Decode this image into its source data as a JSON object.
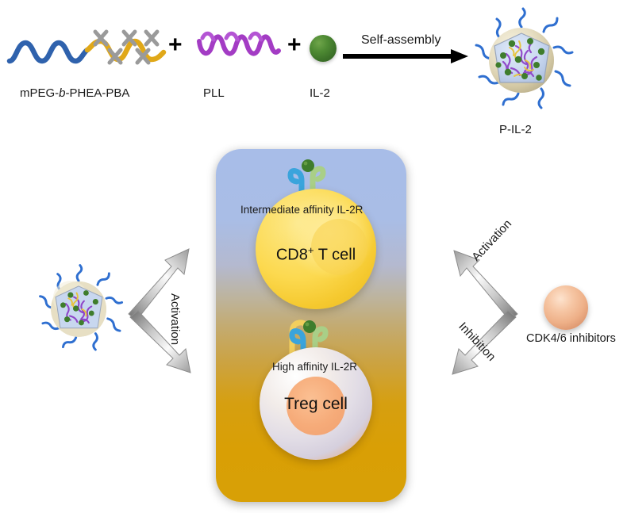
{
  "figure": {
    "title": "P-IL-2 nanoparticle self-assembly and T cell activation schematic",
    "background_color": "#ffffff"
  },
  "assembly_row": {
    "components": [
      {
        "id": "polymer",
        "label": "mPEG-",
        "label_italic": "b",
        "label_tail": "-PHEA-PBA",
        "icon": "polymer-chain-icon",
        "colors": {
          "peg": "#2f62ad",
          "phea": "#e0a819",
          "pba": "#9a9a9a"
        }
      },
      {
        "id": "pll",
        "label": "PLL",
        "icon": "helix-icon",
        "colors": {
          "chain": "#a33cc4"
        }
      },
      {
        "id": "il2",
        "label": "IL-2",
        "icon": "sphere-icon",
        "colors": {
          "sphere": "#4e8a33"
        }
      }
    ],
    "operators": [
      "+",
      "+"
    ],
    "arrow_label": "Self-assembly",
    "product": {
      "label": "P-IL-2",
      "icon": "nanoparticle-icon",
      "colors": {
        "shell": "#e4dcc0",
        "core": "#c5d4ec",
        "peg_arms": "#2f6fd0",
        "cargo_green": "#3f7d2c",
        "cargo_purple": "#8e44c8",
        "cargo_yellow": "#e8c43a"
      }
    }
  },
  "center_panel": {
    "gradient_top": "#a8bde8",
    "gradient_mid": "#c3ab72",
    "gradient_bottom": "#d8a006",
    "cells": [
      {
        "id": "cd8",
        "name_main": "CD8",
        "name_sup": "+",
        "name_tail": " T cell",
        "receptor_label": "Intermediate affinity IL-2R",
        "receptor_icon": "il2r-intermediate-icon",
        "receptor_subunits": [
          "#3aa4dc",
          "#a9cf87"
        ],
        "ligand_color": "#3f7d2c",
        "cell_color": "#fcd94f"
      },
      {
        "id": "treg",
        "name_main": "Treg cell",
        "name_sup": "",
        "name_tail": "",
        "receptor_label": "High affinity IL-2R",
        "receptor_icon": "il2r-high-icon",
        "receptor_subunits": [
          "#f2cf5e",
          "#3aa4dc",
          "#a9cf87"
        ],
        "ligand_color": "#3f7d2c",
        "cell_color": "#f2ece9"
      }
    ]
  },
  "left_group": {
    "particle_label": "",
    "particle_icon": "nanoparticle-icon",
    "arrow_label": "Activation",
    "arrow_icon": "double-arrow-chevron-icon"
  },
  "right_group": {
    "arrow_up_label": "Activation",
    "arrow_down_label": "Inhibition",
    "arrow_icon": "double-arrow-chevron-icon",
    "drug_label": "CDK4/6 inhibitors",
    "drug_icon": "sphere-icon",
    "drug_color": "#eeb088"
  }
}
